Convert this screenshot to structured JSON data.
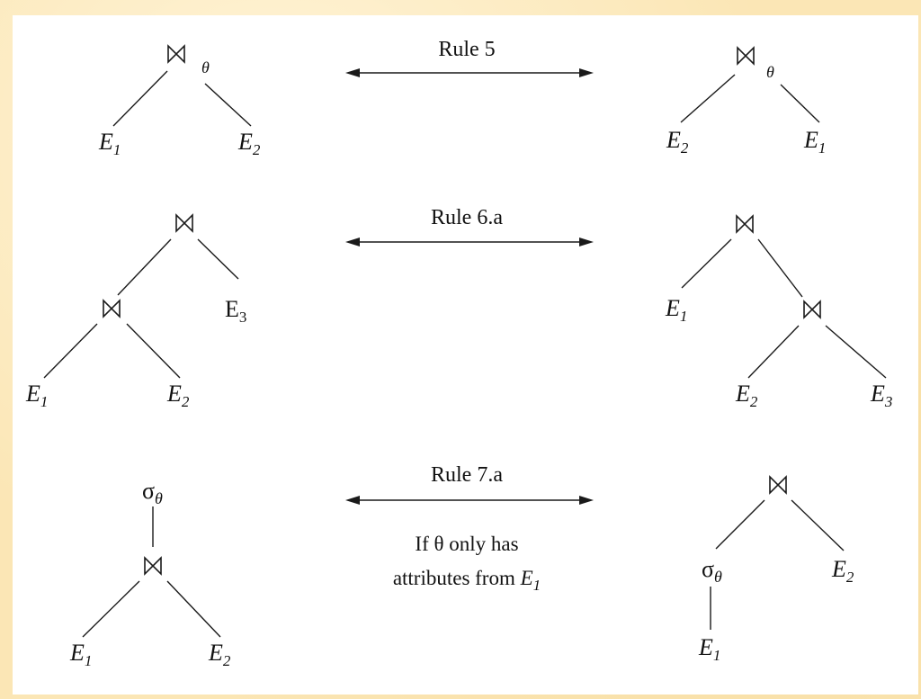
{
  "rules": [
    {
      "name": "Rule 5",
      "left_tree": {
        "root": {
          "op": "join",
          "theta": "θ"
        },
        "leaves": [
          {
            "base": "E",
            "sub": "1"
          },
          {
            "base": "E",
            "sub": "2"
          }
        ]
      },
      "right_tree": {
        "root": {
          "op": "join",
          "theta": "θ"
        },
        "leaves": [
          {
            "base": "E",
            "sub": "2"
          },
          {
            "base": "E",
            "sub": "1"
          }
        ]
      }
    },
    {
      "name": "Rule 6.a",
      "left_tree": {
        "root": {
          "op": "join"
        },
        "inner_join": {
          "op": "join"
        },
        "leaves": [
          {
            "base": "E",
            "sub": "1"
          },
          {
            "base": "E",
            "sub": "2"
          },
          {
            "base": "E",
            "sub": "3",
            "upright": true
          }
        ]
      },
      "right_tree": {
        "root": {
          "op": "join"
        },
        "inner_join": {
          "op": "join"
        },
        "leaves": [
          {
            "base": "E",
            "sub": "1"
          },
          {
            "base": "E",
            "sub": "2"
          },
          {
            "base": "E",
            "sub": "3"
          }
        ]
      }
    },
    {
      "name": "Rule 7.a",
      "condition_line1": "If θ only has",
      "condition_line2_prefix": "attributes from",
      "condition_relation": {
        "base": "E",
        "sub": "1"
      },
      "left_tree": {
        "select": {
          "sym": "σ",
          "sub": "θ"
        },
        "join": {
          "op": "join"
        },
        "leaves": [
          {
            "base": "E",
            "sub": "1"
          },
          {
            "base": "E",
            "sub": "2"
          }
        ]
      },
      "right_tree": {
        "join": {
          "op": "join"
        },
        "select": {
          "sym": "σ",
          "sub": "θ"
        },
        "leaves": [
          {
            "base": "E",
            "sub": "1"
          },
          {
            "base": "E",
            "sub": "2"
          }
        ]
      }
    }
  ]
}
